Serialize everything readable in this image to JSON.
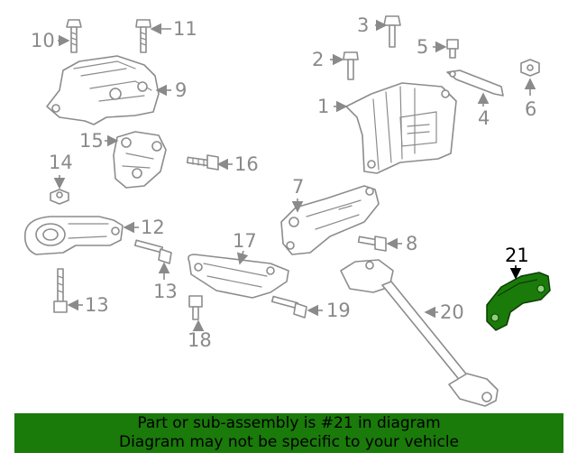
{
  "diagram": {
    "callouts": [
      "1",
      "2",
      "3",
      "4",
      "5",
      "6",
      "7",
      "8",
      "9",
      "10",
      "11",
      "12",
      "13",
      "14",
      "15",
      "16",
      "17",
      "18",
      "19",
      "20",
      "21"
    ],
    "highlighted_part": "21",
    "highlight_color": "#1a7a0a",
    "line_color": "#8a8a8a"
  },
  "footer": {
    "line1": "Part or sub-assembly is #21 in diagram",
    "line2": "Diagram may not be specific to your vehicle",
    "background": "#1a7a0a"
  }
}
